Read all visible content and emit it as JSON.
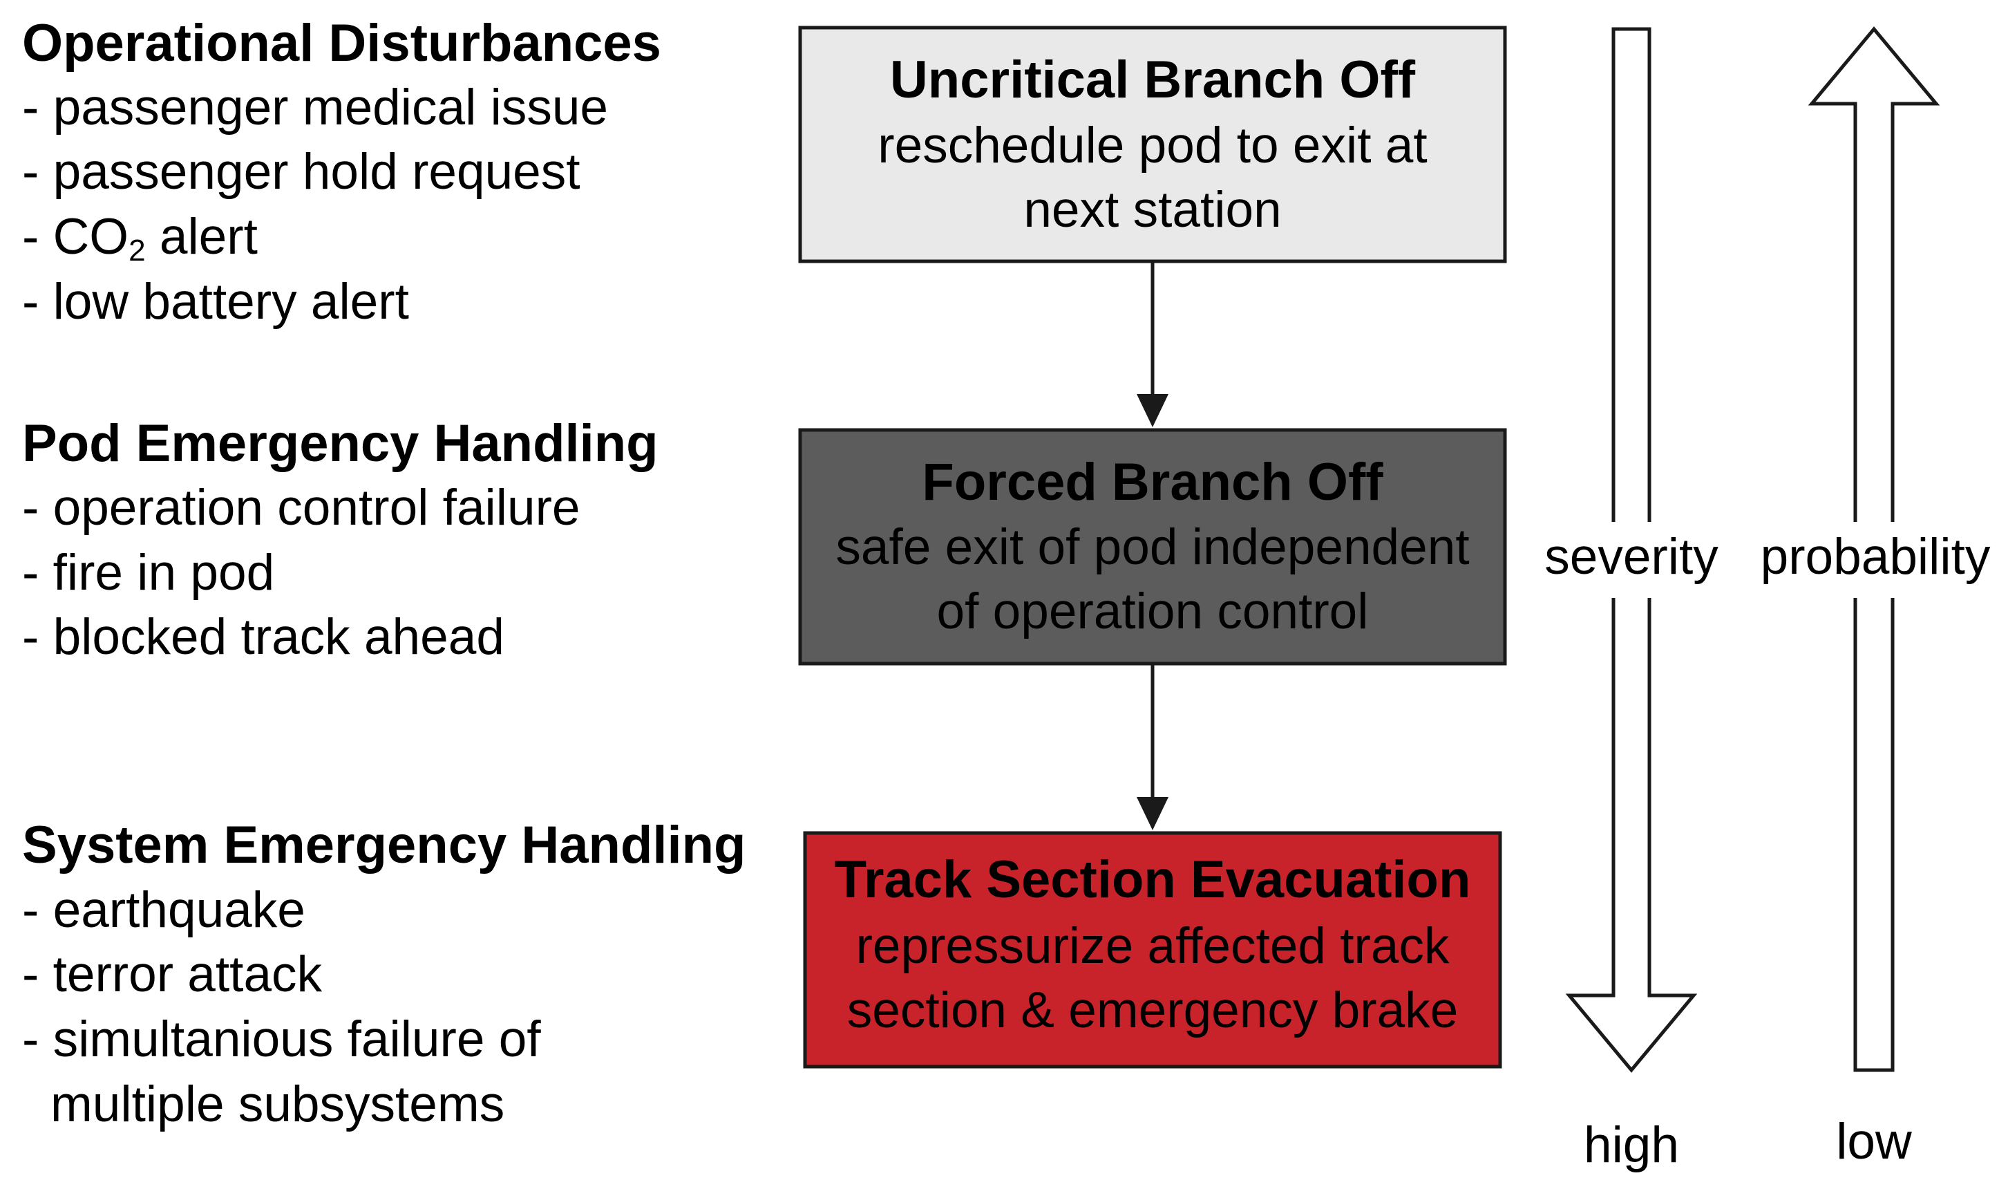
{
  "categories": [
    {
      "heading": "Operational Disturbances",
      "items": [
        {
          "text": "- passenger medical issue"
        },
        {
          "text": "- passenger hold request"
        },
        {
          "text": "- CO",
          "sub": "2",
          "after": " alert"
        },
        {
          "text": "- low battery alert"
        }
      ]
    },
    {
      "heading": "Pod Emergency Handling",
      "items": [
        {
          "text": "- operation control failure"
        },
        {
          "text": "- fire in pod"
        },
        {
          "text": "- blocked track ahead"
        }
      ]
    },
    {
      "heading": "System Emergency Handling",
      "items": [
        {
          "text": "- earthquake"
        },
        {
          "text": "- terror attack"
        },
        {
          "text": "- simultanious failure of"
        },
        {
          "text": "multiple subsystems"
        }
      ]
    }
  ],
  "boxes": [
    {
      "title": "Uncritical Branch Off",
      "lines": [
        "reschedule pod to exit at",
        "next station"
      ],
      "fill": "#e9e9e9",
      "text_color": "#000000"
    },
    {
      "title": "Forced Branch Off",
      "lines": [
        "safe exit of pod independent",
        "of operation control"
      ],
      "fill": "#5c5c5c",
      "text_color": "#000000"
    },
    {
      "title": "Track Section Evacuation",
      "lines": [
        "repressurize affected track",
        "section & emergency brake"
      ],
      "fill": "#c8232b",
      "text_color": "#000000"
    }
  ],
  "axes": {
    "severity": {
      "label": "severity",
      "end_label": "high",
      "direction": "down"
    },
    "probability": {
      "label": "probability",
      "end_label": "low",
      "direction": "up"
    }
  },
  "colors": {
    "stroke": "#1a1a1a",
    "text": "#000000"
  }
}
